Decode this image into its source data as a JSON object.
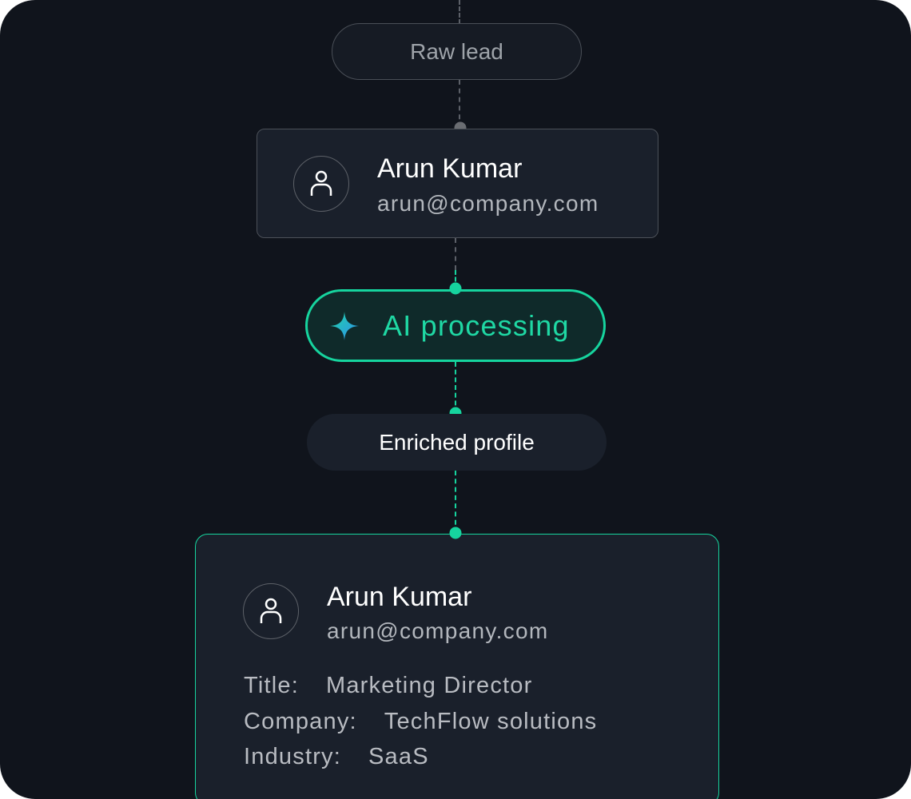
{
  "stages": {
    "raw_lead": "Raw lead",
    "ai_processing": "AI processing",
    "enriched_profile": "Enriched profile"
  },
  "raw_card": {
    "name": "Arun Kumar",
    "email": "arun@company.com"
  },
  "enriched_card": {
    "name": "Arun Kumar",
    "email": "arun@company.com",
    "details": [
      {
        "label": "Title:",
        "value": "Marketing Director"
      },
      {
        "label": "Company:",
        "value": "TechFlow solutions"
      },
      {
        "label": "Industry:",
        "value": "SaaS"
      }
    ]
  },
  "colors": {
    "accent": "#16d49e",
    "background": "#10141c",
    "card": "#1a202b"
  }
}
